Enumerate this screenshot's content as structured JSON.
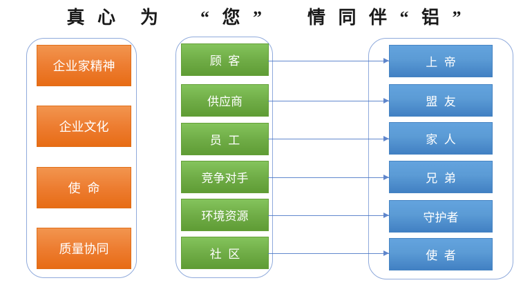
{
  "title": {
    "segments": [
      "真 心",
      "为",
      "“ 您 ”",
      "情 同 伴 “ 铝 ”"
    ]
  },
  "left_column": {
    "items": [
      "企业家精神",
      "企业文化",
      "使  命",
      "质量协同"
    ]
  },
  "middle_column": {
    "items": [
      "顾  客",
      "供应商",
      "员  工",
      "竞争对手",
      "环境资源",
      "社  区"
    ]
  },
  "right_column": {
    "items": [
      "上  帝",
      "盟  友",
      "家  人",
      "兄  弟",
      "守护者",
      "使  者"
    ]
  },
  "colors": {
    "background": "#ffffff",
    "title_text": "#1a1a1a",
    "orange_top": "#f2954f",
    "orange_mid": "#ed7d31",
    "orange_bottom": "#e76c15",
    "green_top": "#84c45c",
    "green_mid": "#70ad47",
    "green_bottom": "#5f9c35",
    "blue_top": "#63a3de",
    "blue_mid": "#5b9bd5",
    "blue_bottom": "#4180c3",
    "container_border": "#8ea9db",
    "arrow": "#4472c4",
    "box_text": "#ffffff"
  }
}
